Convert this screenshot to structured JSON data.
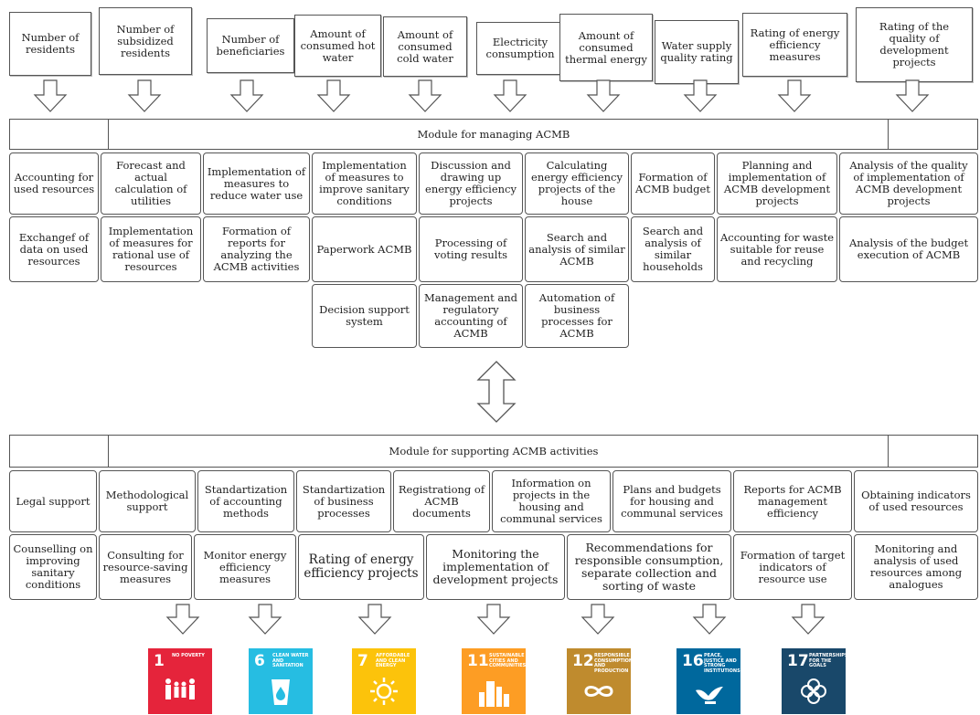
{
  "inputs": [
    "Number of residents",
    "Number of subsidized residents",
    "Number of beneficiaries",
    "Amount of consumed hot water",
    "Amount of consumed cold water",
    "Electricity consumption",
    "Amount of consumed thermal energy",
    "Water supply quality rating",
    "Rating of energy efficiency measures",
    "Rating of the quality of development projects"
  ],
  "management_module": {
    "title": "Module for managing ACMB",
    "row1": [
      "Accounting for used resources",
      "Forecast and actual calculation of utilities",
      "Implementation of measures to reduce water use",
      "Implementation of measures to improve sanitary conditions",
      "Discussion and drawing up energy efficiency projects",
      "Calculating energy efficiency projects of the house",
      "Formation of ACMB budget",
      "Planning and implementation of ACMB development projects",
      "Analysis of the quality of implementation of ACMB development projects"
    ],
    "row2": [
      "Exchangef of data on used resources",
      "Implementation of measures for rational use of resources",
      "Formation of reports for analyzing the ACMB activities",
      "Paperwork ACMB",
      "Processing of voting results",
      "Search and analysis of similar ACMB",
      "Search and analysis of similar households",
      "Accounting for waste suitable for reuse and recycling",
      "Analysis of the budget execution of ACMB"
    ],
    "row3": [
      "Decision support system",
      "Management and regulatory accounting of ACMB",
      "Automation of business processes for ACMB"
    ]
  },
  "support_module": {
    "title": "Module for supporting ACMB activities",
    "row1": [
      "Legal support",
      "Methodological support",
      "Standartization of accounting methods",
      "Standartization of business processes",
      "Registrationg of ACMB documents",
      "Information on projects in the housing and communal services",
      "Plans and budgets for housing and communal services",
      "Reports for ACMB management efficiency",
      "Obtaining indicators of used resources"
    ],
    "row2": [
      "Counselling on improving sanitary conditions",
      "Consulting for resource-saving measures",
      "Monitor energy efficiency measures",
      "Rating of energy efficiency projects",
      "Monitoring the implementation of development projects",
      "Recommendations for responsible consumption, separate collection and sorting of waste",
      "Formation of target indicators of resource use",
      "Monitoring and analysis of used resources among analogues"
    ]
  },
  "sdgs": [
    {
      "num": "1",
      "label": "No poverty",
      "color": "#E5243B",
      "icon": "family-icon"
    },
    {
      "num": "6",
      "label": "Clean water and sanitation",
      "color": "#26BDE2",
      "icon": "water-glass-icon"
    },
    {
      "num": "7",
      "label": "Affordable and clean energy",
      "color": "#FCC30B",
      "icon": "sun-icon"
    },
    {
      "num": "11",
      "label": "Sustainable cities and communities",
      "color": "#FD9D24",
      "icon": "city-icon"
    },
    {
      "num": "12",
      "label": "Responsible consumption and production",
      "color": "#BF8B2E",
      "icon": "infinity-icon"
    },
    {
      "num": "16",
      "label": "Peace, justice and strong institutions",
      "color": "#00689D",
      "icon": "dove-icon"
    },
    {
      "num": "17",
      "label": "Partnerships for the goals",
      "color": "#19486A",
      "icon": "flower-icon"
    }
  ]
}
